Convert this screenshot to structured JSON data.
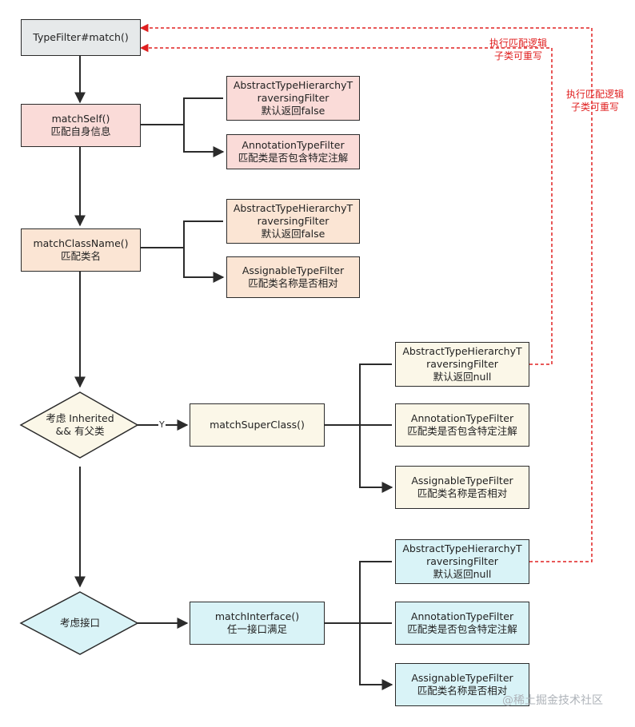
{
  "nodes": {
    "root": "TypeFilter#match()",
    "match_self": [
      "matchSelf()",
      "匹配自身信息"
    ],
    "self_child_1": [
      "AbstractTypeHierarchyT",
      "raversingFilter",
      "默认返回false"
    ],
    "self_child_2": [
      "AnnotationTypeFilter",
      "匹配类是否包含特定注解"
    ],
    "match_class_name": [
      "matchClassName()",
      "匹配类名"
    ],
    "name_child_1": [
      "AbstractTypeHierarchyT",
      "raversingFilter",
      "默认返回false"
    ],
    "name_child_2": [
      "AssignableTypeFilter",
      "匹配类名称是否相对"
    ],
    "decision_inherited": [
      "考虑 Inherited",
      "&& 有父类"
    ],
    "match_super_class": "matchSuperClass()",
    "super_child_1": [
      "AbstractTypeHierarchyT",
      "raversingFilter",
      "默认返回null"
    ],
    "super_child_2": [
      "AnnotationTypeFilter",
      "匹配类是否包含特定注解"
    ],
    "super_child_3": [
      "AssignableTypeFilter",
      "匹配类名称是否相对"
    ],
    "decision_interface": "考虑接口",
    "match_interface": [
      "matchInterface()",
      "任一接口满足"
    ],
    "iface_child_1": [
      "AbstractTypeHierarchyT",
      "raversingFilter",
      "默认返回null"
    ],
    "iface_child_2": [
      "AnnotationTypeFilter",
      "匹配类是否包含特定注解"
    ],
    "iface_child_3": [
      "AssignableTypeFilter",
      "匹配类名称是否相对"
    ]
  },
  "edge_labels": {
    "yes": "Y"
  },
  "notes": {
    "override_1": [
      "执行匹配逻辑",
      "子类可重写"
    ],
    "override_2": [
      "执行匹配逻辑",
      "子类可重写"
    ]
  },
  "watermark": "@稀土掘金技术社区",
  "colors": {
    "gray": "#e6e9ea",
    "pink": "#fadbd8",
    "peach": "#fbe5d4",
    "cream": "#fbf7e8",
    "cyan": "#d9f3f7",
    "dashed_arrow": "#e02020"
  }
}
